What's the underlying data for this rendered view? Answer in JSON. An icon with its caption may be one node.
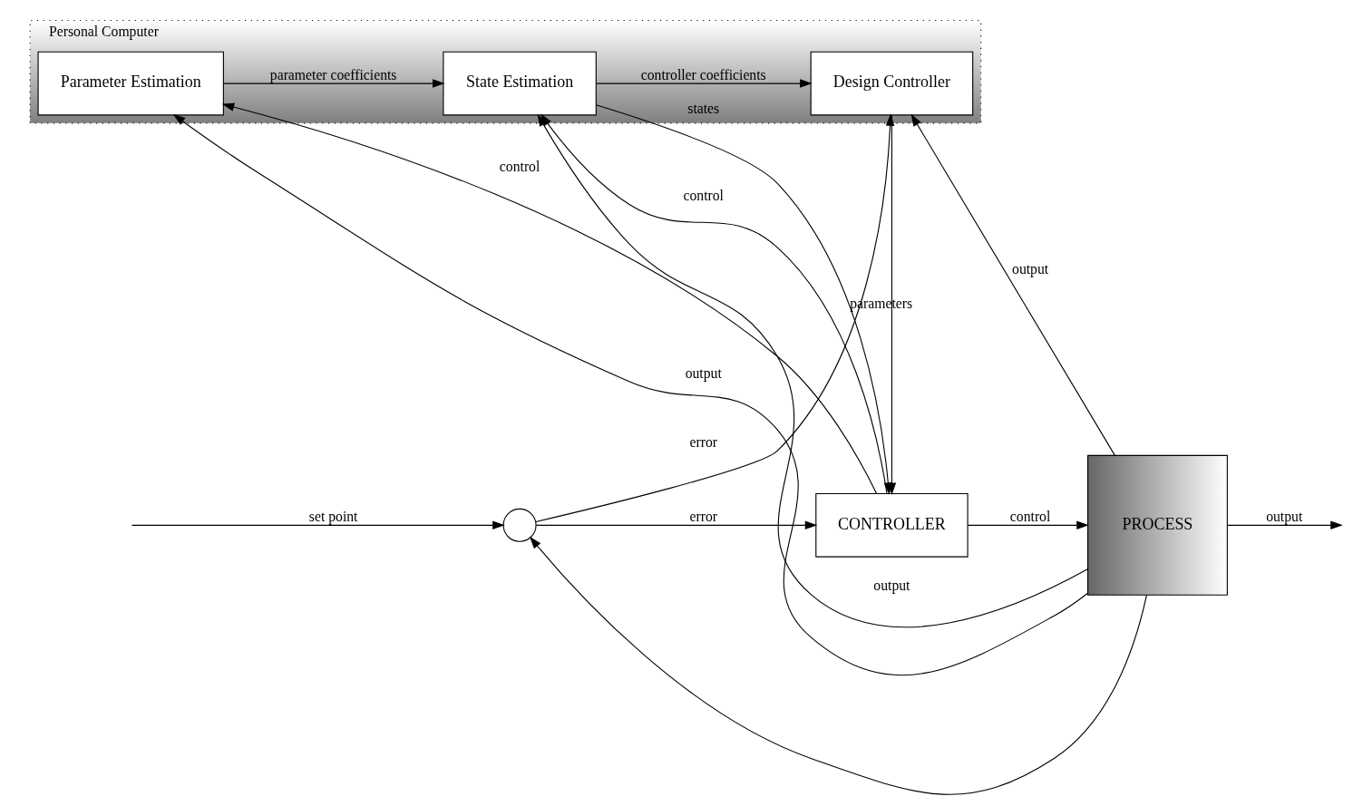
{
  "diagram": {
    "nodes": [
      {
        "text": [
          "Personal Computer"
        ]
      },
      {
        "text": [
          "Parameter Estimation"
        ],
        "in": 0
      },
      {
        "text": [
          "State Estimation"
        ],
        "in": 0
      },
      {
        "text": [
          "Design Controller"
        ],
        "in": 0
      },
      {
        "text": [],
        "shape": "circle"
      },
      {
        "text": [
          "CONTROLLER"
        ]
      },
      {
        "text": [
          "PROCESS"
        ]
      }
    ],
    "edges": [
      {
        "from": null,
        "to": 4,
        "arrow": "to",
        "label": "set point"
      },
      {
        "from": 4,
        "to": 5,
        "arrow": "to",
        "label": "error"
      },
      {
        "from": 5,
        "to": 6,
        "arrow": "to",
        "label": "control"
      },
      {
        "from": 6,
        "to": null,
        "arrow": "to",
        "label": "output"
      },
      {
        "from": 6,
        "to": 4,
        "arrow": "to"
      },
      {
        "from": 6,
        "to": 1,
        "arrow": "to",
        "label": "output"
      },
      {
        "from": 6,
        "to": 2,
        "arrow": "to",
        "label": "output"
      },
      {
        "from": 6,
        "to": 3,
        "arrow": "to",
        "label": "output"
      },
      {
        "from": 5,
        "to": 1,
        "arrow": "to",
        "label": "control"
      },
      {
        "from": 5,
        "to": 2,
        "arrow": "to",
        "label": "control"
      },
      {
        "from": 4,
        "to": 3,
        "arrow": "to",
        "label": "error"
      },
      {
        "from": 1,
        "to": 2,
        "arrow": "to",
        "label": "parameter coefficients"
      },
      {
        "from": 2,
        "to": 3,
        "arrow": "to",
        "label": "controller coefficients"
      },
      {
        "from": 2,
        "to": 5,
        "arrow": "to",
        "label": "states"
      },
      {
        "from": 3,
        "to": 5,
        "arrow": "to",
        "label": "parameters"
      }
    ]
  }
}
